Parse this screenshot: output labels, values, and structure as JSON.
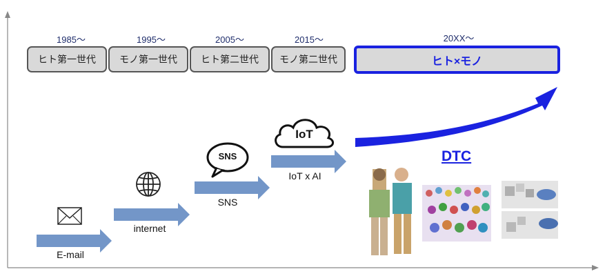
{
  "timeline": {
    "eras": [
      {
        "year": "1985～",
        "label": "ヒト第一世代"
      },
      {
        "year": "1995～",
        "label": "モノ第一世代"
      },
      {
        "year": "2005～",
        "label": "ヒト第二世代"
      },
      {
        "year": "2015～",
        "label": "モノ第二世代"
      },
      {
        "year": "20XX～",
        "label": "ヒト×モノ"
      }
    ]
  },
  "steps": [
    {
      "label": "E-mail",
      "icon": "envelope-icon"
    },
    {
      "label": "internet",
      "icon": "globe-icon"
    },
    {
      "label": "SNS",
      "icon": "speech-bubble-icon",
      "icon_text": "SNS"
    },
    {
      "label": "IoT x AI",
      "icon": "cloud-icon",
      "icon_text": "IoT"
    }
  ],
  "future": {
    "label": "DTC"
  },
  "colors": {
    "step_arrow": "#7396c8",
    "accent": "#1a22e0",
    "box_fill": "#d9d9d9"
  }
}
